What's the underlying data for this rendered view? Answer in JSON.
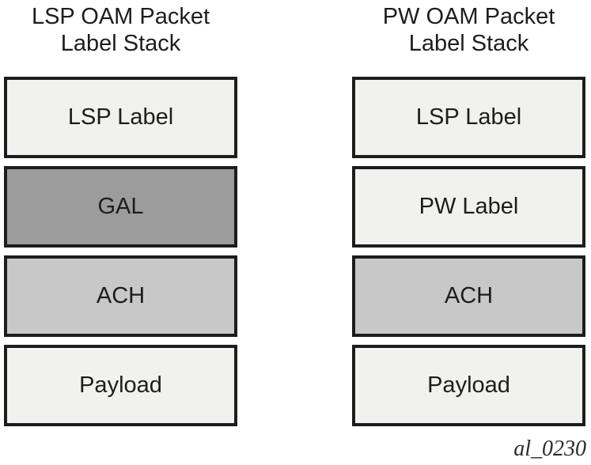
{
  "figure_id": "al_0230",
  "colors": {
    "border": "#1d1d1b",
    "text": "#1d1d1b",
    "light_fill": "#f1f1f0",
    "gal_fill": "#9c9c9c",
    "ach_fill": "#c7c8c7"
  },
  "stacks": [
    {
      "title_line1": "LSP OAM Packet",
      "title_line2": "Label Stack",
      "boxes": [
        {
          "label": "LSP Label",
          "fill": "#f1f1f0"
        },
        {
          "label": "GAL",
          "fill": "#9c9c9c"
        },
        {
          "label": "ACH",
          "fill": "#c7c8c7"
        },
        {
          "label": "Payload",
          "fill": "#f1f1f0"
        }
      ]
    },
    {
      "title_line1": "PW OAM Packet",
      "title_line2": "Label Stack",
      "boxes": [
        {
          "label": "LSP Label",
          "fill": "#f1f1f0"
        },
        {
          "label": "PW Label",
          "fill": "#f1f1f0"
        },
        {
          "label": "ACH",
          "fill": "#c7c8c7"
        },
        {
          "label": "Payload",
          "fill": "#f1f1f0"
        }
      ]
    }
  ]
}
